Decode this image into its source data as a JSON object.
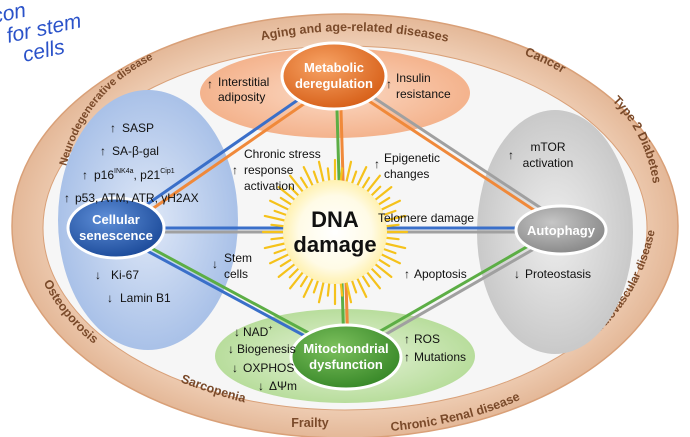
{
  "handwriting": [
    "con",
    "for stem",
    "cells"
  ],
  "ring_labels": {
    "top": "Aging and age-related diseases",
    "cancer": "Cancer",
    "type2": "Type 2 Diabetes",
    "cardio": "Cardiovascular disease",
    "renal": "Chronic Renal disease",
    "frailty": "Frailty",
    "sarcopenia": "Sarcopenia",
    "osteoporosis": "Osteoporosis",
    "neuro": "Neurodegenerative disease"
  },
  "center": {
    "line1": "DNA",
    "line2": "damage"
  },
  "hubs": {
    "metabolic": {
      "line1": "Metabolic",
      "line2": "deregulation",
      "color": "#e87a2e"
    },
    "senescence": {
      "line1": "Cellular",
      "line2": "senescence",
      "color": "#2f62b7"
    },
    "autophagy": {
      "line1": "Autophagy",
      "color": "#9a9a9a"
    },
    "mito": {
      "line1": "Mitochondrial",
      "line2": "dysfunction",
      "color": "#4a9a3a"
    }
  },
  "labels": {
    "interstitial_1": "Interstitial",
    "interstitial_2": "adiposity",
    "insulin_1": "Insulin",
    "insulin_2": "resistance",
    "sasp": "SASP",
    "sabgal": "SA-β-gal",
    "p16": "p16",
    "p16_sup": "INK4a",
    "p21": ", p21",
    "p21_sup": "Cip1",
    "p53": "p53, ATM, ATR, γH2AX",
    "ki67": "Ki-67",
    "laminb1": "Lamin B1",
    "chronic_1": "Chronic stress",
    "chronic_2": "response",
    "chronic_3": "activation",
    "epigenetic_1": "Epigenetic",
    "epigenetic_2": "changes",
    "mtor_1": "mTOR",
    "mtor_2": "activation",
    "telomere": "Telomere damage",
    "stem_1": "Stem",
    "stem_2": "cells",
    "apoptosis": "Apoptosis",
    "proteostasis": "Proteostasis",
    "nad": "NAD",
    "nad_sup": "+",
    "biogenesis": "Biogenesis",
    "oxphos": "OXPHOS",
    "dpsi": "ΔΨm",
    "ros": "ROS",
    "mutations": "Mutations"
  },
  "colors": {
    "ring_outer": "#e8c2a4",
    "ring_inner_edge": "#d9a078",
    "inner_bg": "#f6f6f6",
    "blue_line": "#3a6fc9",
    "orange_line": "#f0893a",
    "green_line": "#5cae45",
    "grey_line": "#a0a0a0",
    "sun_rays": "#f5c21b"
  }
}
